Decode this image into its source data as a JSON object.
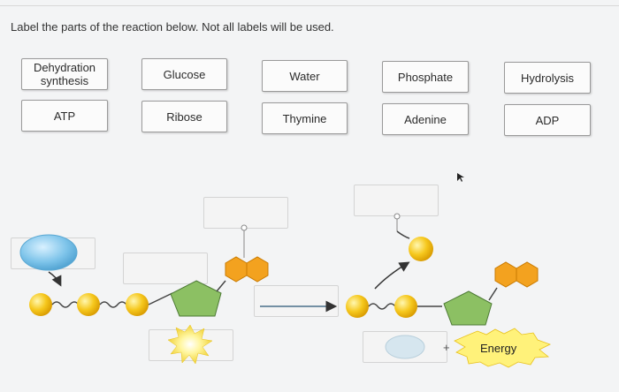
{
  "instruction": "Label the parts of the reaction below. Not all labels will be used.",
  "labels": [
    {
      "id": "dehydration-synthesis",
      "text": "Dehydration\nsynthesis"
    },
    {
      "id": "glucose",
      "text": "Glucose"
    },
    {
      "id": "water",
      "text": "Water"
    },
    {
      "id": "phosphate",
      "text": "Phosphate"
    },
    {
      "id": "hydrolysis",
      "text": "Hydrolysis"
    },
    {
      "id": "atp",
      "text": "ATP"
    },
    {
      "id": "ribose",
      "text": "Ribose"
    },
    {
      "id": "thymine",
      "text": "Thymine"
    },
    {
      "id": "adenine",
      "text": "Adenine"
    },
    {
      "id": "adp",
      "text": "ADP"
    }
  ],
  "diagram": {
    "energy_label": "Energy",
    "plus_sign": "+",
    "colors": {
      "phosphate_ball": "#f4c21a",
      "adenine_hex": "#f3a21f",
      "ribose_pent": "#8cc063",
      "water_blob": "#7ec4ea",
      "energy_burst": "#fff27a"
    }
  }
}
